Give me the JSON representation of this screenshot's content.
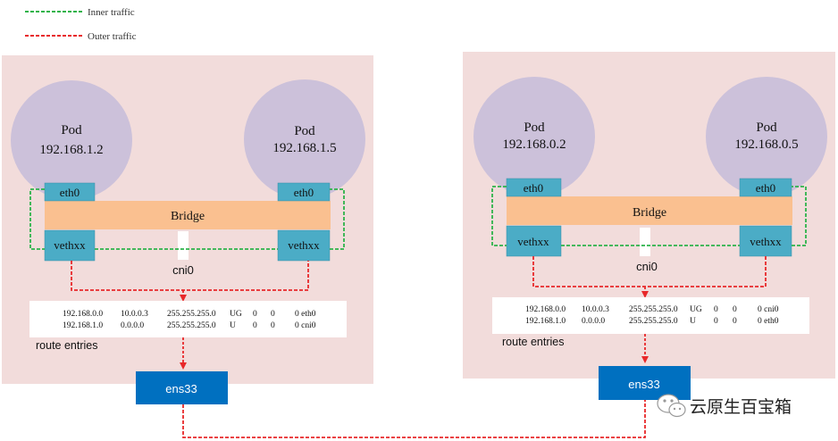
{
  "legend": {
    "inner": {
      "label": "Inner traffic",
      "color": "#2db34a"
    },
    "outer": {
      "label": "Outer traffic",
      "color": "#e8282a"
    }
  },
  "nodes": [
    {
      "pods": [
        {
          "title": "Pod",
          "ip": "192.168.1.2",
          "iface": "eth0",
          "veth": "vethxx"
        },
        {
          "title": "Pod",
          "ip": "192.168.1.5",
          "iface": "eth0",
          "veth": "vethxx"
        }
      ],
      "bridge_label": "Bridge",
      "cni_label": "cni0",
      "routes": [
        {
          "dest": "192.168.0.0",
          "gw": "10.0.0.3",
          "mask": "255.255.255.0",
          "flags": "UG",
          "m": "0",
          "r": "0",
          "use_iface": "0 eth0"
        },
        {
          "dest": "192.168.1.0",
          "gw": "0.0.0.0",
          "mask": "255.255.255.0",
          "flags": "U",
          "m": "0",
          "r": "0",
          "use_iface": "0 cni0"
        }
      ],
      "route_title": "route entries",
      "nic_label": "ens33"
    },
    {
      "pods": [
        {
          "title": "Pod",
          "ip": "192.168.0.2",
          "iface": "eth0",
          "veth": "vethxx"
        },
        {
          "title": "Pod",
          "ip": "192.168.0.5",
          "iface": "eth0",
          "veth": "vethxx"
        }
      ],
      "bridge_label": "Bridge",
      "cni_label": "cni0",
      "routes": [
        {
          "dest": "192.168.0.0",
          "gw": "10.0.0.3",
          "mask": "255.255.255.0",
          "flags": "UG",
          "m": "0",
          "r": "0",
          "use_iface": "0 cni0"
        },
        {
          "dest": "192.168.1.0",
          "gw": "0.0.0.0",
          "mask": "255.255.255.0",
          "flags": "U",
          "m": "0",
          "r": "0",
          "use_iface": "0 eth0"
        }
      ],
      "route_title": "route entries",
      "nic_label": "ens33"
    }
  ],
  "watermark": {
    "text": "云原生百宝箱",
    "icon": "wechat-icon"
  },
  "colors": {
    "node_bg": "#f2dcdb",
    "pod": "#ccc1da",
    "bridge": "#fac090",
    "iface": "#4bacc6",
    "nic": "#0070c0",
    "route_bg": "#ffffff"
  }
}
